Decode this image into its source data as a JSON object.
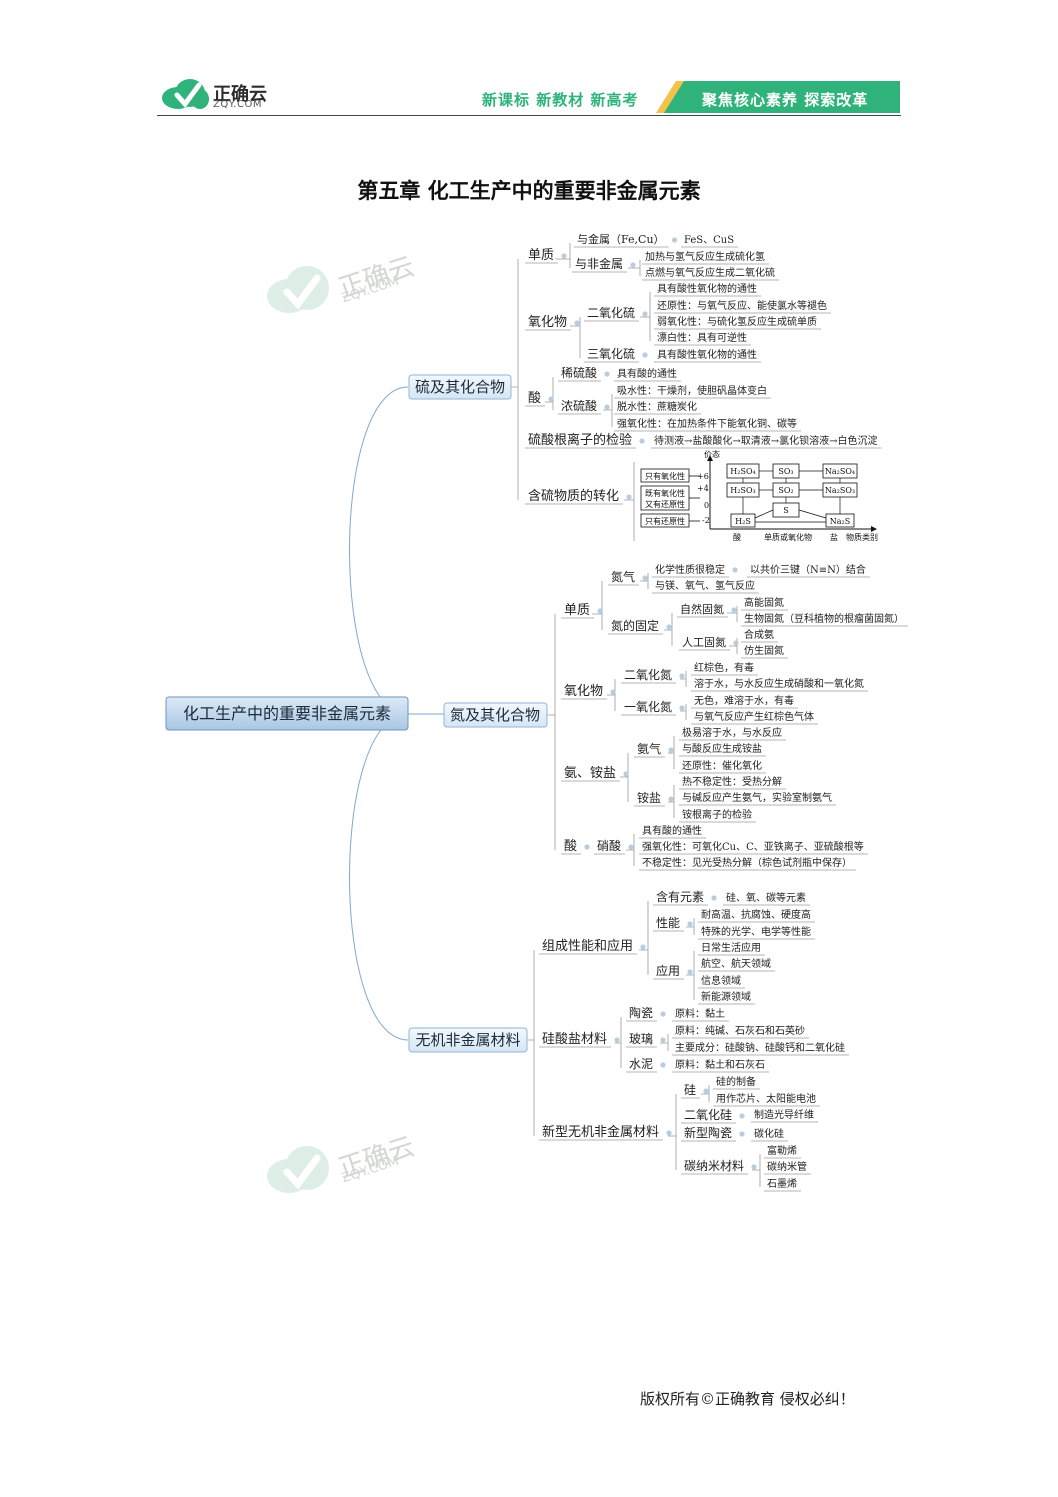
{
  "header": {
    "logo_text": "正确云",
    "logo_sub": "ZQY.COM",
    "slogan_left": "新课标 新教材 新高考",
    "slogan_right": "聚焦核心素养 探索改革"
  },
  "title": "第五章 化工生产中的重要非金属元素",
  "footer": "版权所有©正确教育 侵权必纠！",
  "watermark": {
    "cn": "正确云",
    "en": "ZQY.COM"
  },
  "colors": {
    "brand_green": "#2fb37a",
    "node_blue": "#8fb6d9",
    "line_blue": "#7fa9cf"
  },
  "mindmap": {
    "root": "化工生产中的重要非金属元素",
    "sulfur": {
      "label": "硫及其化合物",
      "elem": "单质",
      "elem_metal": "与金属（Fe,Cu）",
      "elem_metal_prod": "FeS、CuS",
      "elem_nonmetal": "与非金属",
      "elem_nonmetal_1": "加热与氢气反应生成硫化氢",
      "elem_nonmetal_2": "点燃与氧气反应生成二氧化硫",
      "oxide": "氧化物",
      "so2": "二氧化硫",
      "so2_1": "具有酸性氧化物的通性",
      "so2_2": "还原性：与氧气反应、能使氯水等褪色",
      "so2_3": "弱氧化性：与硫化氢反应生成硫单质",
      "so2_4": "漂白性：具有可逆性",
      "so3": "三氧化硫",
      "so3_1": "具有酸性氧化物的通性",
      "acid": "酸",
      "dilute": "稀硫酸",
      "dilute_1": "具有酸的通性",
      "conc": "浓硫酸",
      "conc_1": "吸水性：干燥剂，使胆矾晶体变白",
      "conc_2": "脱水性：蔗糖炭化",
      "conc_3": "强氧化性：在加热条件下能氧化铜、碳等",
      "sulfate_test": "硫酸根离子的检验",
      "sulfate_test_1": "待测液→盐酸酸化→取清液→氯化钡溶液→白色沉淀",
      "transform": "含硫物质的转化",
      "diagram": {
        "y_axis": "价态",
        "x_axis_1": "酸",
        "x_axis_2": "单质或氧化物",
        "x_axis_3": "盐",
        "x_axis_4": "物质类别",
        "box_ox": "只有氧化性",
        "box_both_1": "既有氧化性",
        "box_both_2": "又有还原性",
        "box_red": "只有还原性",
        "v6": "+6",
        "v4": "+4",
        "v0": "0",
        "vm2": "-2",
        "h2so4": "H₂SO₄",
        "so3": "SO₃",
        "na2so4": "Na₂SO₄",
        "h2so3": "H₂SO₃",
        "so2": "SO₂",
        "na2so3": "Na₂SO₃",
        "s": "S",
        "h2s": "H₂S",
        "na2s": "Na₂S"
      }
    },
    "nitrogen": {
      "label": "氮及其化合物",
      "elem": "单质",
      "n2": "氮气",
      "n2_1": "化学性质很稳定",
      "n2_1b": "以共价三键（N≡N）结合",
      "n2_2": "与镁、氧气、氢气反应",
      "fix": "氮的固定",
      "natural": "自然固氮",
      "natural_1": "高能固氮",
      "natural_2": "生物固氮（豆科植物的根瘤菌固氮）",
      "artificial": "人工固氮",
      "artificial_1": "合成氨",
      "artificial_2": "仿生固氮",
      "oxide": "氧化物",
      "no2": "二氧化氮",
      "no2_1": "红棕色，有毒",
      "no2_2": "溶于水，与水反应生成硝酸和一氧化氮",
      "no": "一氧化氮",
      "no_1": "无色，难溶于水，有毒",
      "no_2": "与氧气反应产生红棕色气体",
      "ammonia_salt": "氨、铵盐",
      "nh3": "氨气",
      "nh3_1": "极易溶于水，与水反应",
      "nh3_2": "与酸反应生成铵盐",
      "nh3_3": "还原性：催化氧化",
      "ammonium": "铵盐",
      "ammonium_1": "热不稳定性：受热分解",
      "ammonium_2": "与碱反应产生氨气，实验室制氨气",
      "ammonium_3": "铵根离子的检验",
      "acid": "酸",
      "hno3": "硝酸",
      "hno3_1": "具有酸的通性",
      "hno3_2": "强氧化性：可氧化Cu、C、亚铁离子、亚硫酸根等",
      "hno3_3": "不稳定性：见光受热分解（棕色试剂瓶中保存）"
    },
    "inorganic": {
      "label": "无机非金属材料",
      "comp": "组成性能和应用",
      "contains": "含有元素",
      "contains_1": "硅、氧、碳等元素",
      "perf": "性能",
      "perf_1": "耐高温、抗腐蚀、硬度高",
      "perf_2": "特殊的光学、电学等性能",
      "app": "应用",
      "app_1": "日常生活应用",
      "app_2": "航空、航天领域",
      "app_3": "信息领域",
      "app_4": "新能源领域",
      "silicate": "硅酸盐材料",
      "ceramic": "陶瓷",
      "ceramic_1": "原料：黏土",
      "glass": "玻璃",
      "glass_1": "原料：纯碱、石灰石和石英砂",
      "glass_2": "主要成分：硅酸钠、硅酸钙和二氧化硅",
      "cement": "水泥",
      "cement_1": "原料：黏土和石灰石",
      "new": "新型无机非金属材料",
      "si": "硅",
      "si_1": "硅的制备",
      "si_2": "用作芯片、太阳能电池",
      "sio2": "二氧化硅",
      "sio2_1": "制造光导纤维",
      "newceramic": "新型陶瓷",
      "newceramic_1": "碳化硅",
      "cnt": "碳纳米材料",
      "cnt_1": "富勒烯",
      "cnt_2": "碳纳米管",
      "cnt_3": "石墨烯"
    }
  }
}
